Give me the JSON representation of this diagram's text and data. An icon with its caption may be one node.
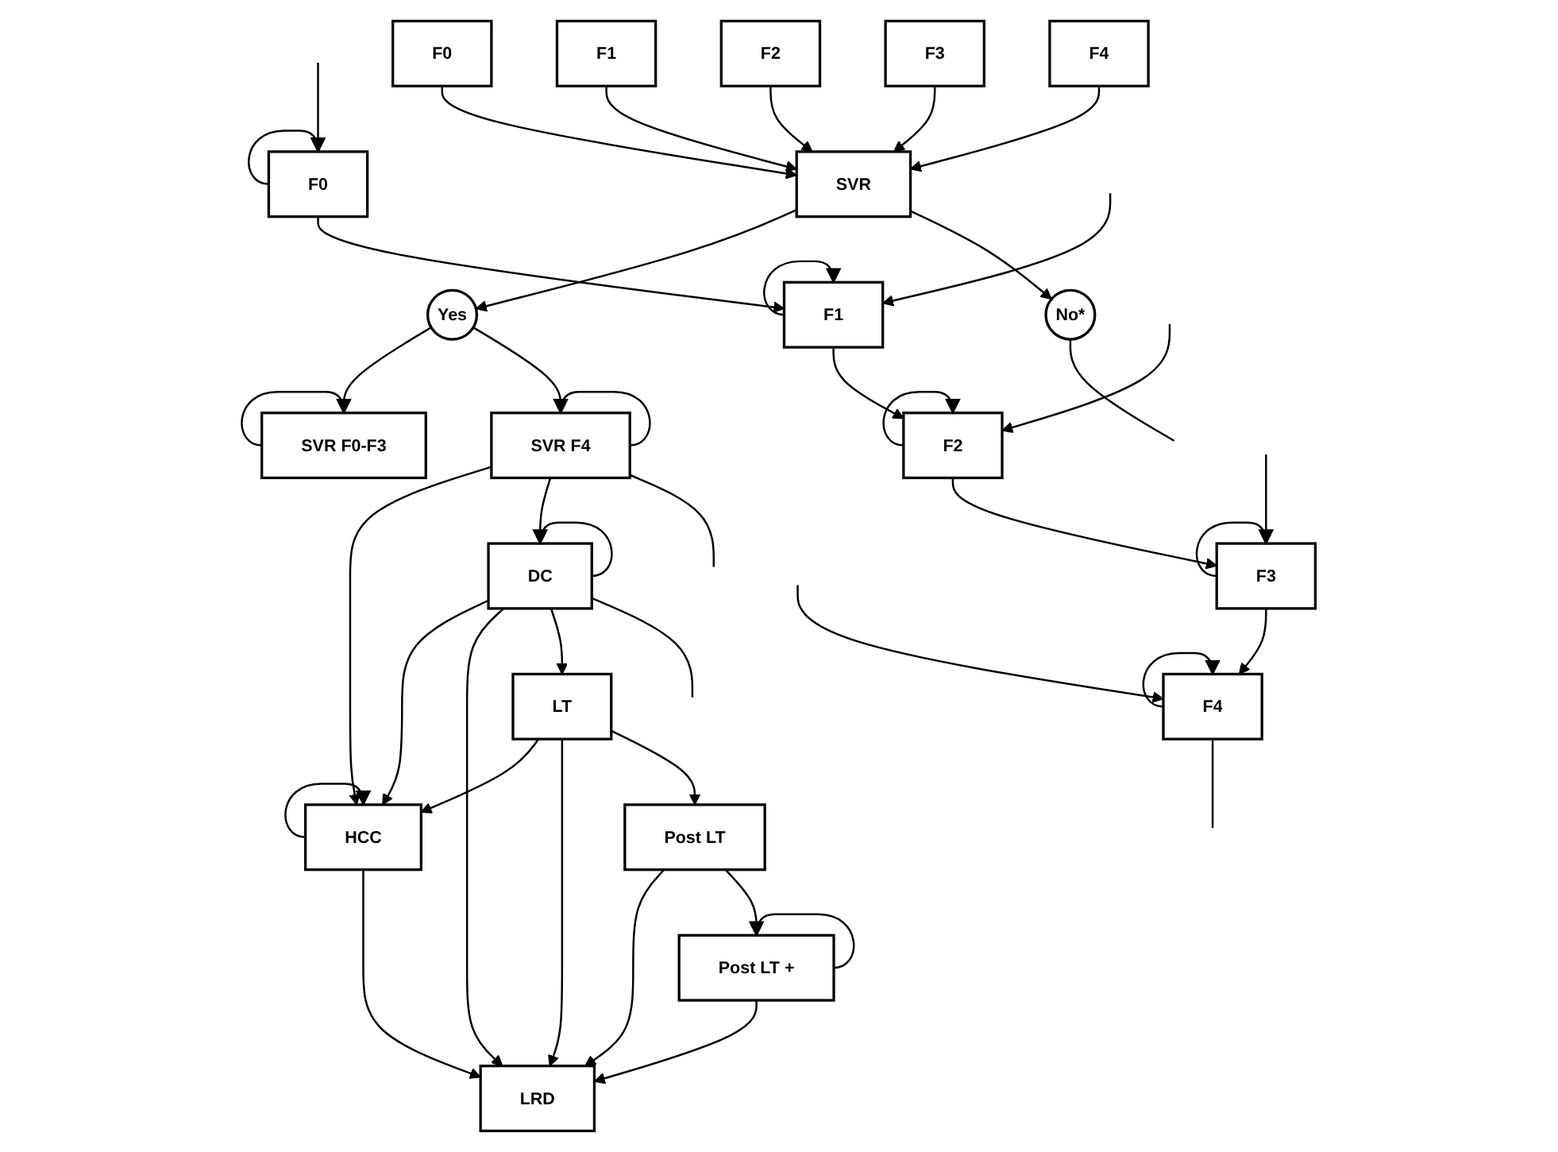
{
  "diagram": {
    "nodes": [
      {
        "text": [
          "F0"
        ]
      },
      {
        "text": [
          "F1"
        ]
      },
      {
        "text": [
          "F2"
        ]
      },
      {
        "text": [
          "F3"
        ]
      },
      {
        "text": [
          "F4"
        ]
      },
      {
        "text": [
          "Yes"
        ]
      },
      {
        "text": [
          "SVR"
        ]
      },
      {
        "text": [
          "No*"
        ]
      },
      {
        "text": [
          "SVR F0-F3"
        ]
      },
      {
        "text": [
          "SVR F4"
        ]
      },
      {
        "text": [
          "F0"
        ]
      },
      {
        "text": [
          "HCC"
        ]
      },
      {
        "text": [
          "DC"
        ]
      },
      {
        "text": [
          "F1"
        ]
      },
      {
        "text": [
          "LT"
        ]
      },
      {
        "text": [
          "F2"
        ]
      },
      {
        "text": [
          "LRD"
        ]
      },
      {
        "text": [
          "Post LT"
        ]
      },
      {
        "text": [
          "F3"
        ]
      },
      {
        "text": [
          "Post LT +"
        ]
      },
      {
        "text": [
          "F4"
        ]
      }
    ],
    "edges": [
      {
        "from": 0,
        "to": 6,
        "arrow": "to"
      },
      {
        "from": 1,
        "to": 6,
        "arrow": "to"
      },
      {
        "from": 2,
        "to": 6,
        "arrow": "to"
      },
      {
        "from": 3,
        "to": 6,
        "arrow": "to"
      },
      {
        "from": 4,
        "to": 6,
        "arrow": "to"
      },
      {
        "from": 6,
        "to": 5,
        "arrow": "to"
      },
      {
        "from": 6,
        "to": 7,
        "arrow": "to"
      },
      {
        "from": 7,
        "to": null,
        "arrow": "none"
      },
      {
        "from": 5,
        "to": 8,
        "arrow": "to"
      },
      {
        "from": 5,
        "to": 9,
        "arrow": "to"
      },
      {
        "from": 8,
        "to": 8,
        "arrow": "to"
      },
      {
        "from": 9,
        "to": 9,
        "arrow": "to"
      },
      {
        "from": 9,
        "to": 11,
        "arrow": "to"
      },
      {
        "from": 9,
        "to": 12,
        "arrow": "to"
      },
      {
        "from": 9,
        "to": null,
        "arrow": "none"
      },
      {
        "from": 10,
        "to": 10,
        "arrow": "to"
      },
      {
        "from": null,
        "to": 10,
        "arrow": "to"
      },
      {
        "from": 10,
        "to": 13,
        "arrow": "to"
      },
      {
        "from": 11,
        "to": 11,
        "arrow": "to"
      },
      {
        "from": 12,
        "to": 12,
        "arrow": "to"
      },
      {
        "from": 12,
        "to": 11,
        "arrow": "to"
      },
      {
        "from": 12,
        "to": 16,
        "arrow": "to"
      },
      {
        "from": 12,
        "to": 14,
        "arrow": "to"
      },
      {
        "from": 12,
        "to": null,
        "arrow": "none"
      },
      {
        "from": 13,
        "to": 13,
        "arrow": "to"
      },
      {
        "from": null,
        "to": 13,
        "arrow": "to"
      },
      {
        "from": 13,
        "to": 15,
        "arrow": "to"
      },
      {
        "from": 11,
        "to": 16,
        "arrow": "to"
      },
      {
        "from": 14,
        "to": 11,
        "arrow": "to"
      },
      {
        "from": 14,
        "to": 16,
        "arrow": "to"
      },
      {
        "from": 14,
        "to": 17,
        "arrow": "to"
      },
      {
        "from": 15,
        "to": 15,
        "arrow": "to"
      },
      {
        "from": null,
        "to": 15,
        "arrow": "to"
      },
      {
        "from": 15,
        "to": 18,
        "arrow": "to"
      },
      {
        "from": 17,
        "to": 16,
        "arrow": "to"
      },
      {
        "from": 17,
        "to": 19,
        "arrow": "to"
      },
      {
        "from": 18,
        "to": 18,
        "arrow": "to"
      },
      {
        "from": null,
        "to": 18,
        "arrow": "to"
      },
      {
        "from": 18,
        "to": 20,
        "arrow": "to"
      },
      {
        "from": 19,
        "to": 19,
        "arrow": "to"
      },
      {
        "from": 19,
        "to": 16,
        "arrow": "to"
      },
      {
        "from": 20,
        "to": 20,
        "arrow": "to"
      },
      {
        "from": null,
        "to": 20,
        "arrow": "to"
      },
      {
        "from": 20,
        "to": null,
        "arrow": "none"
      }
    ]
  }
}
